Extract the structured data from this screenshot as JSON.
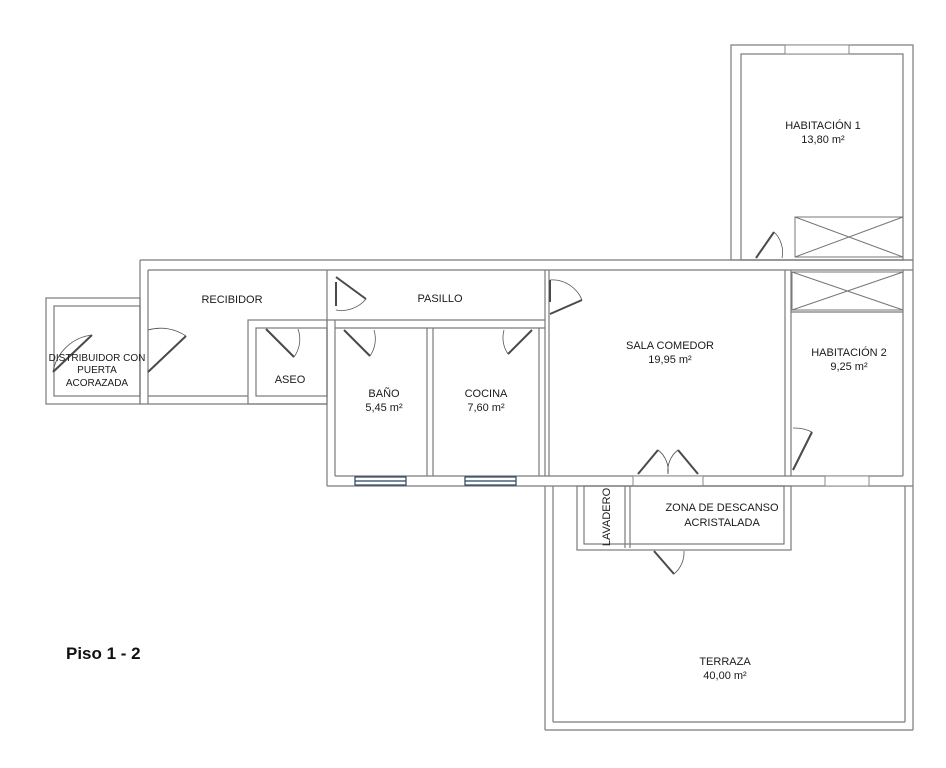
{
  "floor_label": "Piso 1 - 2",
  "rooms": {
    "habitacion1": {
      "name": "HABITACIÓN 1",
      "area": "13,80 m²"
    },
    "habitacion2": {
      "name": "HABITACIÓN 2",
      "area": "9,25 m²"
    },
    "recibidor": {
      "name": "RECIBIDOR"
    },
    "pasillo": {
      "name": "PASILLO"
    },
    "distribuidor": {
      "line1": "DISTRIBUIDOR CON",
      "line2": "PUERTA",
      "line3": "ACORAZADA"
    },
    "aseo": {
      "name": "ASEO"
    },
    "bano": {
      "name": "BAÑO",
      "area": "5,45 m²"
    },
    "cocina": {
      "name": "COCINA",
      "area": "7,60 m²"
    },
    "sala": {
      "name": "SALA COMEDOR",
      "area": "19,95 m²"
    },
    "lavadero": {
      "name": "LAVADERO"
    },
    "zona": {
      "line1": "ZONA DE DESCANSO",
      "line2": "ACRISTALADA"
    },
    "terraza": {
      "name": "TERRAZA",
      "area": "40,00 m²"
    }
  }
}
